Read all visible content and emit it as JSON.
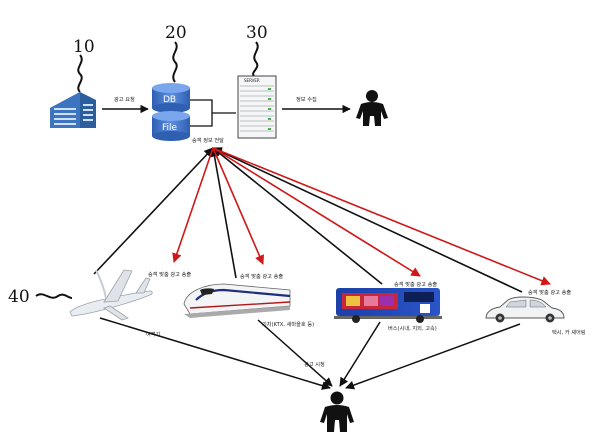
{
  "refs": {
    "advertiser": "10",
    "database": "20",
    "server": "30",
    "airplane": "40"
  },
  "database": {
    "top_label": "DB",
    "bottom_label": "File"
  },
  "server": {
    "label": "SERVER"
  },
  "edges": {
    "ad_request": "광고 요청",
    "info_collect": "정보 수집",
    "ad_view": "광고 시청"
  },
  "hub_label": "승객 정보 전달",
  "vehicles": {
    "airplane": {
      "caption": "여객기"
    },
    "train": {
      "caption": "기차(KTX, 새마을호 등)",
      "ad_label": "승객 맞춤 광고 송출"
    },
    "bus": {
      "caption": "버스(시내, 지외, 고속)",
      "ad_label": "승객 맞춤 광고 송출"
    },
    "car": {
      "caption": "택시, 카 셰어링",
      "ad_label": "승객 맞춤 광고 송출"
    },
    "plane_ad": {
      "ad_label": "승객 맞춤 광고 송출"
    }
  },
  "colors": {
    "red_arrow": "#d01818",
    "black_arrow": "#111111",
    "db_blue": "#3a6fc4",
    "building_blue": "#2c5e9e"
  }
}
